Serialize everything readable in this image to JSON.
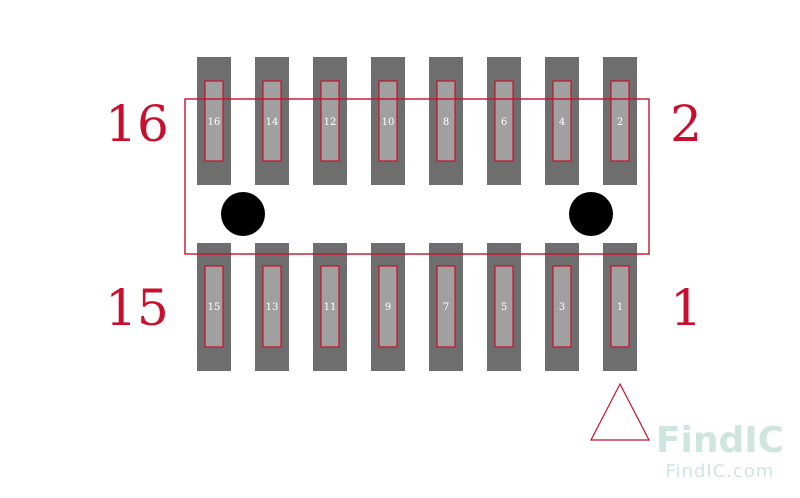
{
  "diagram": {
    "top_row_pins": [
      "16",
      "14",
      "12",
      "10",
      "8",
      "6",
      "4",
      "2"
    ],
    "bottom_row_pins": [
      "15",
      "13",
      "11",
      "9",
      "7",
      "5",
      "3",
      "1"
    ],
    "corner_labels": {
      "top_left": "16",
      "top_right": "2",
      "bottom_left": "15",
      "bottom_right": "1"
    },
    "colors": {
      "pad": "#6e6e6e",
      "pin": "#a0a0a0",
      "accent": "#c8102e",
      "hole": "#000000"
    }
  },
  "watermark": {
    "logo": "FindIC",
    "site": "FindIC.com"
  }
}
